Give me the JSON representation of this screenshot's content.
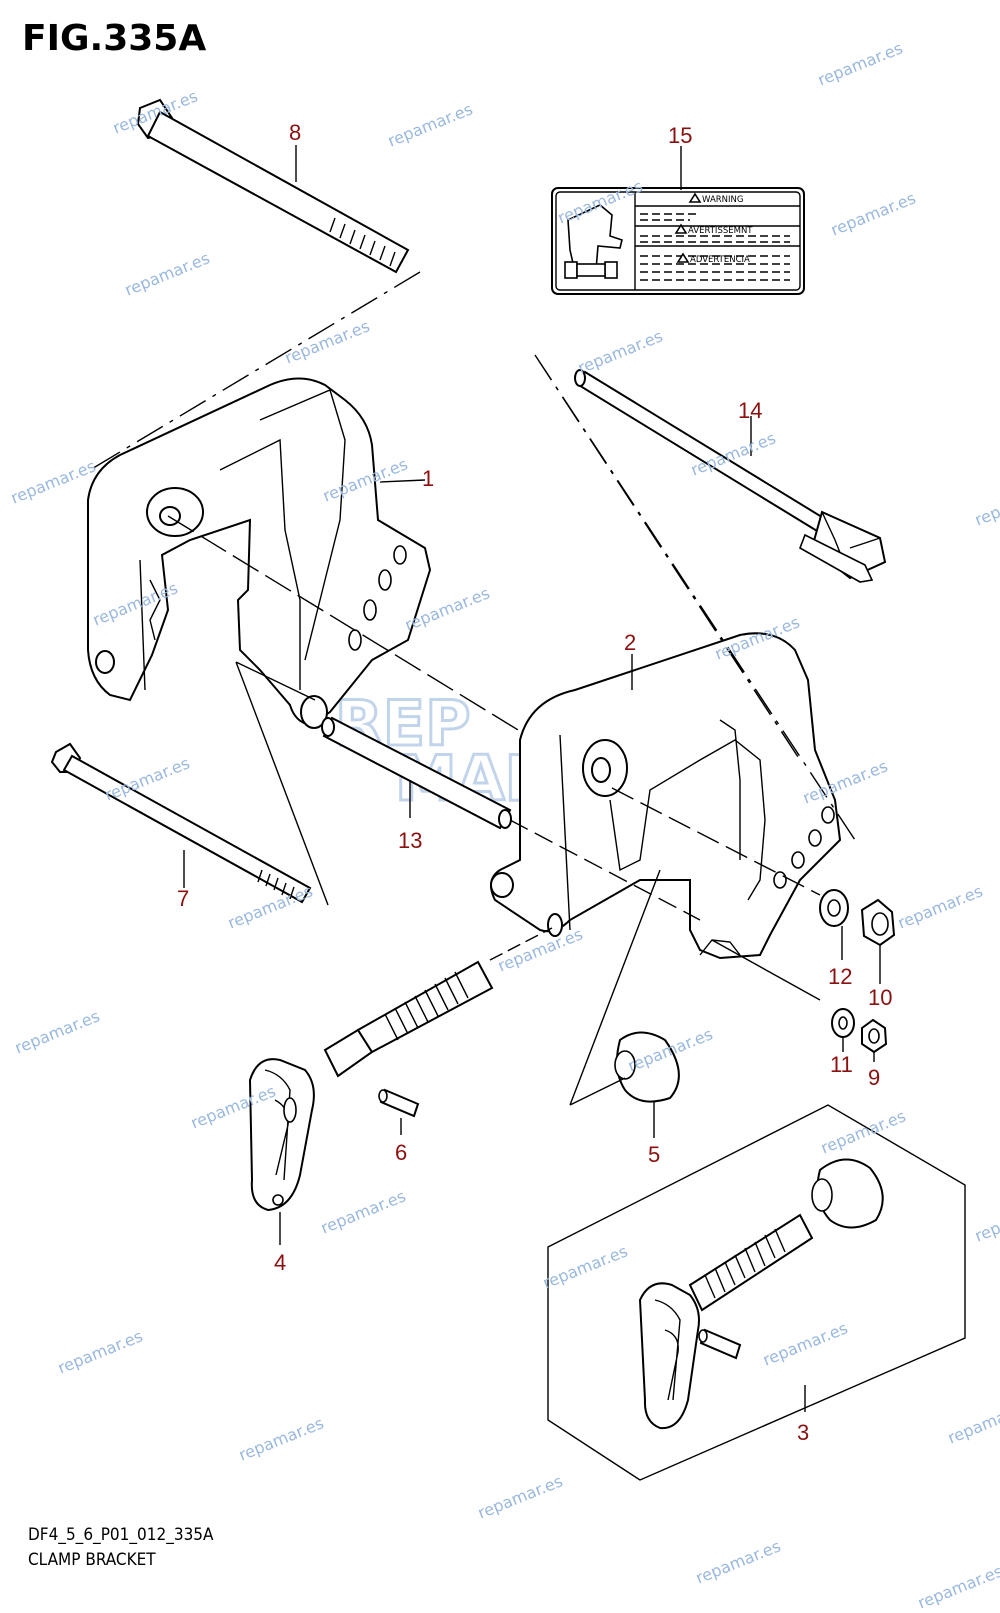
{
  "figure_title": "FIG.335A",
  "caption_code": "DF4_5_6_P01_012_335A",
  "caption_name": "CLAMP BRACKET",
  "watermark_text": "repamar.es",
  "logo_text": [
    "REP",
    "MAR"
  ],
  "label_texts": [
    "WARNING",
    "AVERTISSEMNT",
    "ADVERTENCIA"
  ],
  "callouts": [
    "1",
    "2",
    "3",
    "4",
    "5",
    "6",
    "7",
    "8",
    "9",
    "10",
    "11",
    "12",
    "13",
    "14",
    "15"
  ],
  "colors": {
    "callout": "#8b1010",
    "watermark": "#9ab8df"
  }
}
